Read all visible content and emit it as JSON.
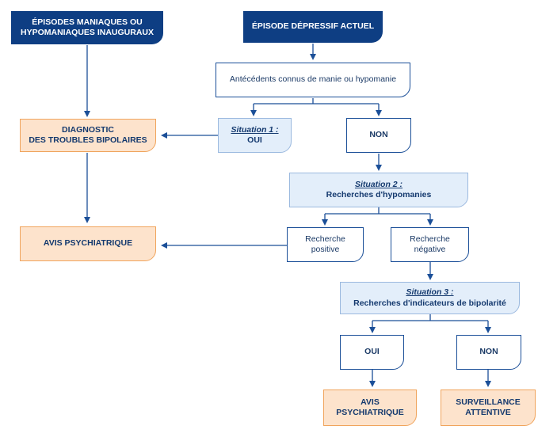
{
  "boxes": {
    "episodes_inauguraux": {
      "line1": "ÉPISODES MANIAQUES OU",
      "line2": "HYPOMANIAQUES INAUGURAUX"
    },
    "episode_actuel": {
      "line1": "ÉPISODE DÉPRESSIF ACTUEL"
    },
    "antecedents": {
      "line1": "Antécédents connus de manie ou hypomanie"
    },
    "diagnostic": {
      "line1": "DIAGNOSTIC",
      "line2": "DES TROUBLES BIPOLAIRES"
    },
    "situation1": {
      "title": "Situation 1 :",
      "line1": "OUI"
    },
    "non1": {
      "line1": "NON"
    },
    "situation2": {
      "title": "Situation 2 :",
      "line1": "Recherches d'hypomanies"
    },
    "avis1": {
      "line1": "AVIS PSYCHIATRIQUE"
    },
    "recherche_positive": {
      "line1": "Recherche",
      "line2": "positive"
    },
    "recherche_negative": {
      "line1": "Recherche",
      "line2": "négative"
    },
    "situation3": {
      "title": "Situation 3 :",
      "line1": "Recherches d'indicateurs de bipolarité"
    },
    "oui3": {
      "line1": "OUI"
    },
    "non3": {
      "line1": "NON"
    },
    "avis2": {
      "line1": "AVIS",
      "line2": "PSYCHIATRIQUE"
    },
    "surveillance": {
      "line1": "SURVEILLANCE",
      "line2": "ATTENTIVE"
    }
  },
  "colors": {
    "navy": "#0e3e83",
    "arrow": "#1b4f98",
    "light_blue_fill": "#e3eefa",
    "orange_fill": "#fde3cc",
    "orange_border": "#f0a45c"
  }
}
